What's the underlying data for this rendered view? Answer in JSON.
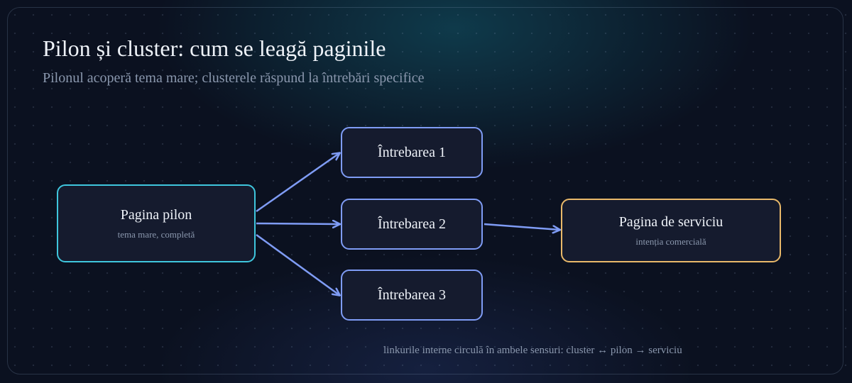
{
  "title": "Pilon și cluster: cum se leagă paginile",
  "subtitle": "Pilonul acoperă tema mare; clusterele răspund la întrebări specifice",
  "nodes": {
    "pillar": {
      "label": "Pagina pilon",
      "sub": "tema mare, completă"
    },
    "q1": {
      "label": "Întrebarea 1"
    },
    "q2": {
      "label": "Întrebarea 2"
    },
    "q3": {
      "label": "Întrebarea 3"
    },
    "service": {
      "label": "Pagina de serviciu",
      "sub": "intenția comercială"
    }
  },
  "edges": [
    {
      "from": "pillar",
      "to": "q1"
    },
    {
      "from": "pillar",
      "to": "q2"
    },
    {
      "from": "pillar",
      "to": "q3"
    },
    {
      "from": "q2",
      "to": "service"
    }
  ],
  "note": "linkurile interne circulă în ambele sensuri: cluster ↔ pilon → serviciu",
  "colors": {
    "background": "#0b1120",
    "node_fill": "#151b2e",
    "pillar_border": "#3fc6dd",
    "question_border": "#7f9cf5",
    "service_border": "#e9b96a",
    "edge": "#7f9cf5"
  }
}
